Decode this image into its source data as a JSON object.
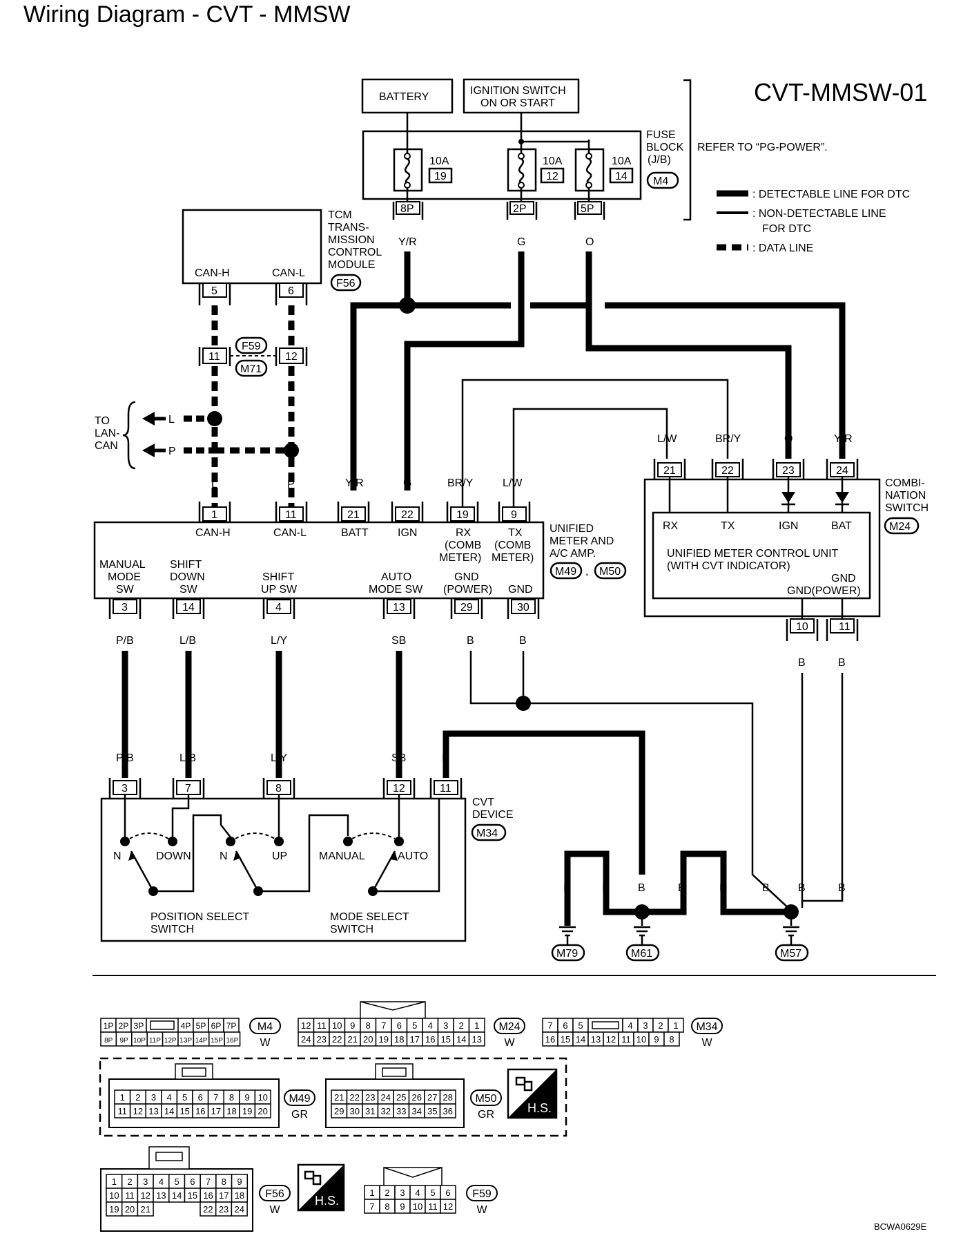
{
  "header": {
    "title": "Wiring Diagram - CVT - MMSW",
    "code": "CVT-MMSW-01",
    "refer": "REFER TO “PG-POWER”.",
    "figure_id": "BCWA0629E"
  },
  "legend": {
    "detectable": ": DETECTABLE LINE FOR DTC",
    "nondetectable_1": ": NON-DETECTABLE LINE",
    "nondetectable_2": "FOR DTC",
    "data": ": DATA LINE"
  },
  "sources": {
    "battery": "BATTERY",
    "ignition_1": "IGNITION SWITCH",
    "ignition_2": "ON OR START"
  },
  "fuse_block": {
    "label_1": "FUSE",
    "label_2": "BLOCK",
    "label_3": "(J/B)",
    "connector": "M4",
    "fuses": [
      {
        "amp": "10A",
        "num": "19",
        "pin": "8P",
        "wire": "Y/R"
      },
      {
        "amp": "10A",
        "num": "12",
        "pin": "2P",
        "wire": "G"
      },
      {
        "amp": "10A",
        "num": "14",
        "pin": "5P",
        "wire": "O"
      }
    ]
  },
  "tcm": {
    "label_1": "TCM",
    "label_2": "TRANS-",
    "label_3": "MISSION",
    "label_4": "CONTROL",
    "label_5": "MODULE",
    "connector": "F56",
    "pins": [
      {
        "name": "CAN-H",
        "num": "5",
        "wire": "L"
      },
      {
        "name": "CAN-L",
        "num": "6",
        "wire": "P"
      }
    ]
  },
  "joint": {
    "conn_a": "F59",
    "conn_b": "M71",
    "pin_l": "11",
    "pin_p": "12",
    "wire_l": "L",
    "wire_p": "P"
  },
  "lan": {
    "to_1": "TO",
    "to_2": "LAN-",
    "to_3": "CAN",
    "l": "L",
    "p": "P",
    "wire_l": "L",
    "wire_p": "P"
  },
  "unified": {
    "label_1": "UNIFIED",
    "label_2": "METER AND",
    "label_3": "A/C AMP.",
    "conn_1": "M49",
    "conn_2": "M50",
    "comma": ",",
    "top_pins": [
      {
        "num": "1",
        "name": "CAN-H",
        "wire": ""
      },
      {
        "num": "11",
        "name": "CAN-L",
        "wire": ""
      },
      {
        "num": "21",
        "name": "BATT",
        "wire": "Y/R"
      },
      {
        "num": "22",
        "name": "IGN",
        "wire": "G"
      },
      {
        "num": "19",
        "name": "RX",
        "name_2": "(COMB",
        "name_3": "METER)",
        "wire": "BR/Y"
      },
      {
        "num": "9",
        "name": "TX",
        "name_2": "(COMB",
        "name_3": "METER)",
        "wire": "L/W"
      }
    ],
    "bottom_labels": {
      "manual_1": "MANUAL",
      "manual_2": "MODE",
      "manual_3": "SW",
      "down_1": "SHIFT",
      "down_2": "DOWN",
      "down_3": "SW",
      "up_1": "SHIFT",
      "up_2": "UP SW",
      "auto_1": "AUTO",
      "auto_2": "MODE SW",
      "gndp_1": "GND",
      "gndp_2": "(POWER)",
      "gnd": "GND"
    },
    "bottom_pins": [
      {
        "num": "3",
        "wire": "P/B"
      },
      {
        "num": "14",
        "wire": "L/B"
      },
      {
        "num": "4",
        "wire": "L/Y"
      },
      {
        "num": "13",
        "wire": "SB"
      },
      {
        "num": "29",
        "wire": "B"
      },
      {
        "num": "30",
        "wire": "B"
      }
    ]
  },
  "combination": {
    "label_1": "COMBI-",
    "label_2": "NATION",
    "label_3": "SWITCH",
    "connector": "M24",
    "pins": [
      {
        "num": "21",
        "wire": "L/W",
        "name": "RX"
      },
      {
        "num": "22",
        "wire": "BR/Y",
        "name": "TX"
      },
      {
        "num": "23",
        "wire": "O",
        "name": "IGN"
      },
      {
        "num": "24",
        "wire": "Y/R",
        "name": "BAT"
      }
    ],
    "inner_1": "UNIFIED METER CONTROL UNIT",
    "inner_2": "(WITH CVT INDICATOR)",
    "gnd_1": "GND",
    "gnd_2": "GND(POWER)",
    "bottom_pins": [
      {
        "num": "10",
        "wire": "B"
      },
      {
        "num": "11",
        "wire": "B"
      }
    ]
  },
  "cvt": {
    "label_1": "CVT",
    "label_2": "DEVICE",
    "connector": "M34",
    "pins": [
      {
        "num": "3",
        "wire": "P/B"
      },
      {
        "num": "7",
        "wire": "L/B"
      },
      {
        "num": "8",
        "wire": "L/Y"
      },
      {
        "num": "12",
        "wire": "SB"
      },
      {
        "num": "11",
        "wire": "B"
      }
    ],
    "pos": {
      "n": "N",
      "down": "DOWN",
      "n2": "N",
      "up": "UP",
      "label_1": "POSITION SELECT",
      "label_2": "SWITCH"
    },
    "mode": {
      "manual": "MANUAL",
      "auto": "AUTO",
      "label_1": "MODE SELECT",
      "label_2": "SWITCH"
    }
  },
  "grounds": {
    "wire": "B",
    "g1": "M79",
    "g2": "M61",
    "g3": "M57"
  },
  "connectors": {
    "m4": {
      "id": "M4",
      "color": "W",
      "row1": [
        "1P",
        "2P",
        "3P",
        "",
        "4P",
        "5P",
        "6P",
        "7P"
      ],
      "row2": [
        "8P",
        "9P",
        "10P",
        "11P",
        "12P",
        "13P",
        "14P",
        "15P",
        "16P"
      ]
    },
    "m24": {
      "id": "M24",
      "color": "W",
      "row1": [
        "12",
        "11",
        "10",
        "9",
        "8",
        "7",
        "6",
        "5",
        "4",
        "3",
        "2",
        "1"
      ],
      "row2": [
        "24",
        "23",
        "22",
        "21",
        "20",
        "19",
        "18",
        "17",
        "16",
        "15",
        "14",
        "13"
      ]
    },
    "m34": {
      "id": "M34",
      "color": "W",
      "row1": [
        "7",
        "6",
        "5",
        "",
        "4",
        "3",
        "2",
        "1"
      ],
      "row2": [
        "16",
        "15",
        "14",
        "13",
        "12",
        "11",
        "10",
        "9",
        "8"
      ]
    },
    "m49": {
      "id": "M49",
      "color": "GR",
      "row1": [
        "1",
        "2",
        "3",
        "4",
        "5",
        "6",
        "7",
        "8",
        "9",
        "10"
      ],
      "row2": [
        "11",
        "12",
        "13",
        "14",
        "15",
        "16",
        "17",
        "18",
        "19",
        "20"
      ]
    },
    "m50": {
      "id": "M50",
      "color": "GR",
      "row1": [
        "21",
        "22",
        "23",
        "24",
        "25",
        "26",
        "27",
        "28"
      ],
      "row2": [
        "29",
        "30",
        "31",
        "32",
        "33",
        "34",
        "35",
        "36"
      ]
    },
    "f56": {
      "id": "F56",
      "color": "W",
      "row1": [
        "1",
        "2",
        "3",
        "4",
        "5",
        "6",
        "7",
        "8",
        "9"
      ],
      "row2": [
        "10",
        "11",
        "12",
        "13",
        "14",
        "15",
        "16",
        "17",
        "18"
      ],
      "row3": [
        "19",
        "20",
        "21",
        "22",
        "23",
        "24"
      ]
    },
    "f59": {
      "id": "F59",
      "color": "W",
      "row1": [
        "1",
        "2",
        "3",
        "4",
        "5",
        "6"
      ],
      "row2": [
        "7",
        "8",
        "9",
        "10",
        "11",
        "12"
      ]
    },
    "hs": "H.S."
  }
}
